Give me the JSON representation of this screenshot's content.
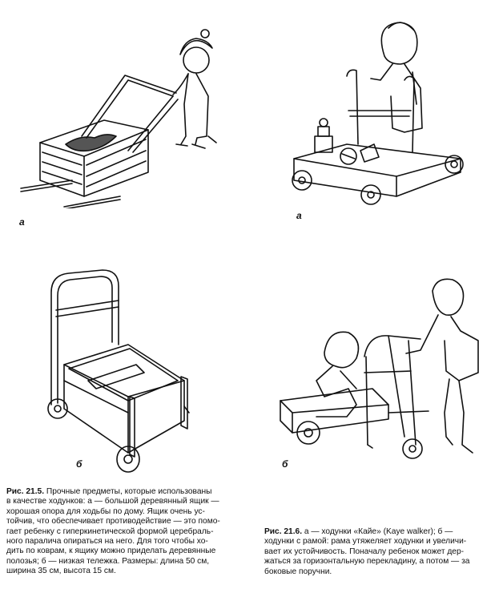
{
  "figure_21_5": {
    "label_a": "а",
    "label_b": "б",
    "caption_number": "Рис. 21.5.",
    "caption_lines": [
      "Прочные предметы, которые использованы",
      "в качестве ходунков:    а — большой деревянный ящик —",
      "хорошая опора для ходьбы по дому. Ящик очень ус-",
      "тойчив, что обеспечивает противодействие — это помо-",
      "гает ребенку с гиперкинетической формой церебраль-",
      "ного паралича опираться на него. Для того чтобы хо-",
      "дить по коврам, к ящику можно приделать деревянные",
      "полозья;    б — низкая тележка. Размеры: длина 50 см,",
      "ширина 35 см, высота 15 см."
    ]
  },
  "figure_21_6": {
    "label_a": "а",
    "label_b": "б",
    "caption_number": "Рис. 21.6.",
    "caption_lines": [
      "а — ходунки «Кайе» (Kaye walker);    б —",
      "ходунки с рамой: рама утяжеляет ходунки и увеличи-",
      "вает их устойчивость. Поначалу ребенок может дер-",
      "жаться за горизонтальную перекладину, а потом — за",
      "боковые поручни."
    ]
  }
}
